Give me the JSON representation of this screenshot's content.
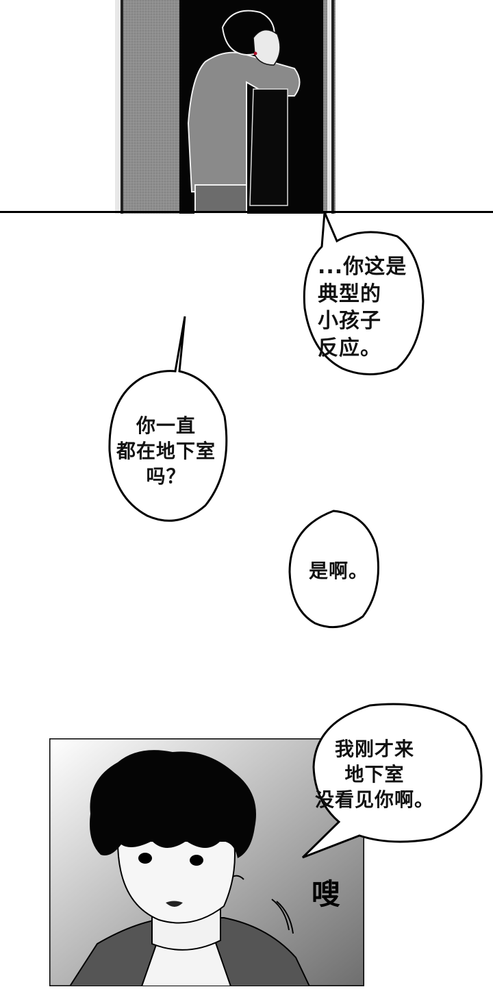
{
  "dialogue": {
    "bubble_1": "...你这是\n典型的\n小孩子\n反应。",
    "bubble_2": "你一直\n都在地下室\n吗？",
    "bubble_3": "是啊。",
    "bubble_4": "我刚才来\n地下室\n没看见你啊。"
  },
  "sfx": {
    "sound": "嗖"
  },
  "colors": {
    "ink": "#000000",
    "paper": "#ffffff",
    "screen_gray": "#9a9a9a"
  }
}
